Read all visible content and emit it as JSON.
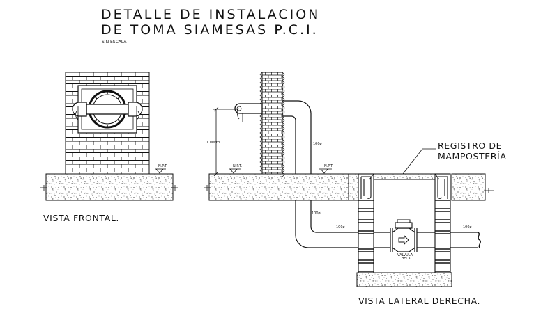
{
  "title": {
    "line1": "DETALLE DE INSTALACION",
    "line2": "DE TOMA SIAMESAS P.C.I.",
    "scale_note": "SIN ESCALA"
  },
  "front_view": {
    "caption": "VISTA FRONTAL.",
    "level_tag": "N.P.T."
  },
  "side_view": {
    "caption": "VISTA LATERAL DERECHA.",
    "height_dim": "1 Metro",
    "level_tag_left": "N.P.T.",
    "level_tag_right": "N.P.T.",
    "pipe_vertical": "100ø",
    "pipe_lower": "100ø",
    "pipe_horizontal_left": "100ø",
    "pipe_horizontal_right": "100ø",
    "valve_label_1": "VALVULA",
    "valve_label_2": "CHECK",
    "callout_line1": "REGISTRO DE",
    "callout_line2": "MAMPOSTERÍA"
  }
}
